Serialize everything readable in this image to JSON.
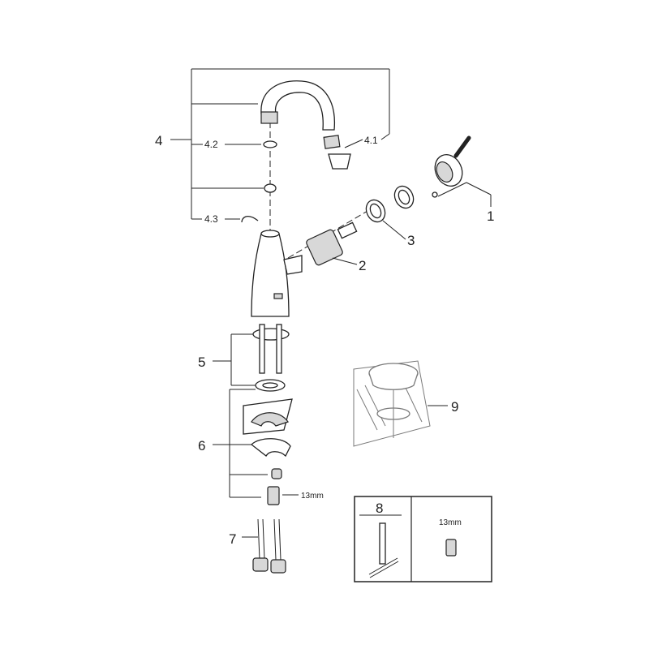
{
  "diagram": {
    "labels": {
      "item_4": "4",
      "item_4_1": "4.1",
      "item_4_2": "4.2",
      "item_4_3": "4.3",
      "item_1": "1",
      "item_2": "2",
      "item_3": "3",
      "item_5": "5",
      "item_6": "6",
      "item_7": "7",
      "item_9": "9",
      "nut_size": "13mm"
    },
    "tool_box": {
      "item_8": "8",
      "socket_size": "13mm"
    }
  }
}
